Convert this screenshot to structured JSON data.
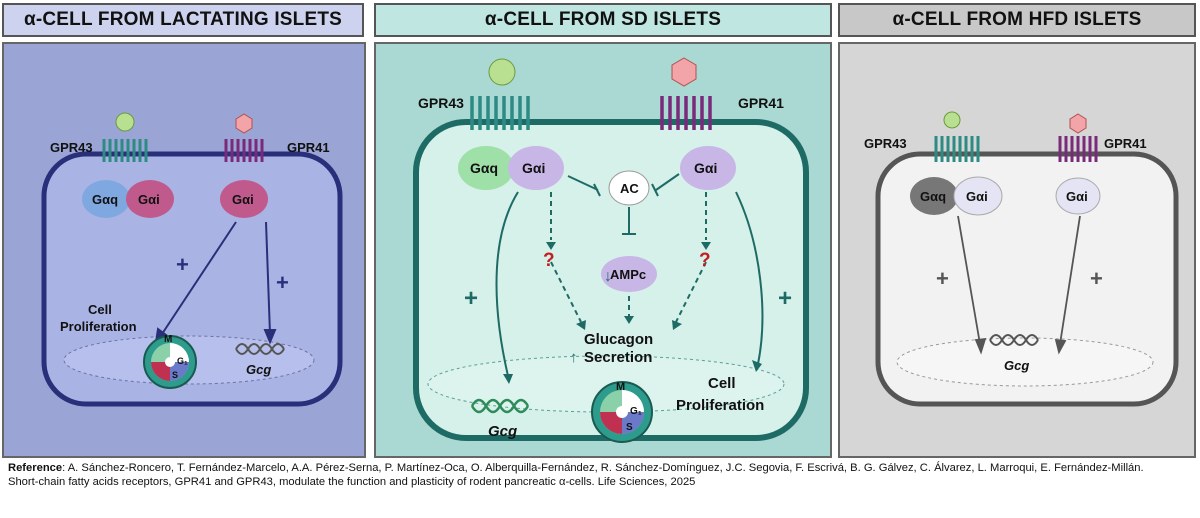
{
  "panels": [
    {
      "title": "α-CELL FROM LACTATING ISLETS",
      "bg": "#9aa5d6",
      "header_bg": "#cdd3ee"
    },
    {
      "title": "α-CELL FROM SD ISLETS",
      "bg": "#a9d9d2",
      "header_bg": "#bfe6e0"
    },
    {
      "title": "α-CELL FROM HFD ISLETS",
      "bg": "#d6d6d6",
      "header_bg": "#c8c8c8"
    }
  ],
  "labels": {
    "gpr43": "GPR43",
    "gpr41": "GPR41",
    "gaq": "Gαq",
    "gai": "Gαi",
    "ac": "AC",
    "ampc": "AMPc",
    "glucagon": "Glucagon",
    "secretion": "Secretion",
    "cell": "Cell",
    "proliferation": "Proliferation",
    "gcg": "Gcg",
    "plus": "+",
    "question": "?",
    "cycle_m": "M",
    "cycle_g1": "G₁",
    "cycle_s": "S"
  },
  "reference": {
    "heading": "Reference",
    "authors": ": A. Sánchez-Roncero, T. Fernández-Marcelo, A.A. Pérez-Serna, P. Martínez-Oca, O. Alberquilla-Fernández, R. Sánchez-Domínguez, J.C. Segovia, F. Escrivá, B. G. Gálvez, C. Álvarez, L. Marroqui, E. Fernández-Millán.",
    "citation": "Short-chain fatty acids receptors, GPR41 and GPR43, modulate the function and plasticity of rodent pancreatic α-cells. Life Sciences, 2025"
  },
  "colors": {
    "gpr43": "#2e8b84",
    "gpr41": "#7a2a7a",
    "ligand43": "#b8e090",
    "ligand41": "#f2a4a8",
    "gaq_lact": "#7fa8e0",
    "gai_lact": "#c05a8c",
    "gaq_sd": "#9fe0a8",
    "gai_sd": "#c7b6e6",
    "arrow_lact": "#2a2f7a",
    "arrow_sd": "#1e6b66",
    "arrow_hfd": "#555555"
  }
}
